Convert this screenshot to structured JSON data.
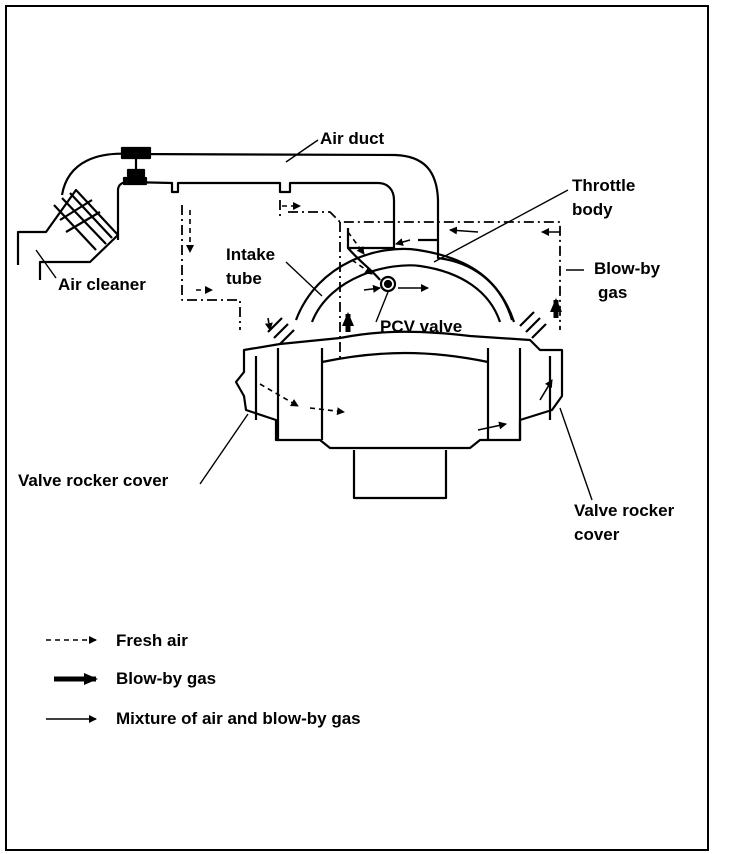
{
  "labels": {
    "air_duct": "Air duct",
    "throttle_body": [
      "Throttle",
      "body"
    ],
    "intake_tube": [
      "Intake",
      "tube"
    ],
    "blow_by_gas": [
      "Blow-by",
      "gas"
    ],
    "air_cleaner": "Air cleaner",
    "pcv_valve": "PCV valve",
    "valve_rocker_cover_left": "Valve rocker cover",
    "valve_rocker_cover_right": [
      "Valve rocker",
      "cover"
    ]
  },
  "legend": [
    {
      "symbol": "dashed-arrow",
      "label": "Fresh air"
    },
    {
      "symbol": "bold-arrow",
      "label": "Blow-by gas"
    },
    {
      "symbol": "thin-arrow",
      "label": "Mixture of air and blow-by gas"
    }
  ]
}
